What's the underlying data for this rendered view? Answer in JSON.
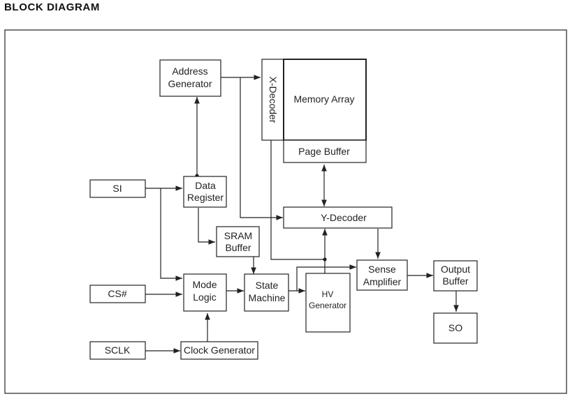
{
  "title": "BLOCK DIAGRAM",
  "blocks": {
    "address_generator": [
      "Address",
      "Generator"
    ],
    "x_decoder": "X-Decoder",
    "memory_array": "Memory Array",
    "page_buffer": "Page Buffer",
    "si": "SI",
    "data_register": [
      "Data",
      "Register"
    ],
    "sram_buffer": [
      "SRAM",
      "Buffer"
    ],
    "y_decoder": "Y-Decoder",
    "sense_amplifier": [
      "Sense",
      "Amplifier"
    ],
    "output_buffer": [
      "Output",
      "Buffer"
    ],
    "so": "SO",
    "cs": "CS#",
    "mode_logic": [
      "Mode",
      "Logic"
    ],
    "state_machine": [
      "State",
      "Machine"
    ],
    "hv_generator": [
      "HV",
      "Generator"
    ],
    "sclk": "SCLK",
    "clock_generator": "Clock Generator"
  }
}
